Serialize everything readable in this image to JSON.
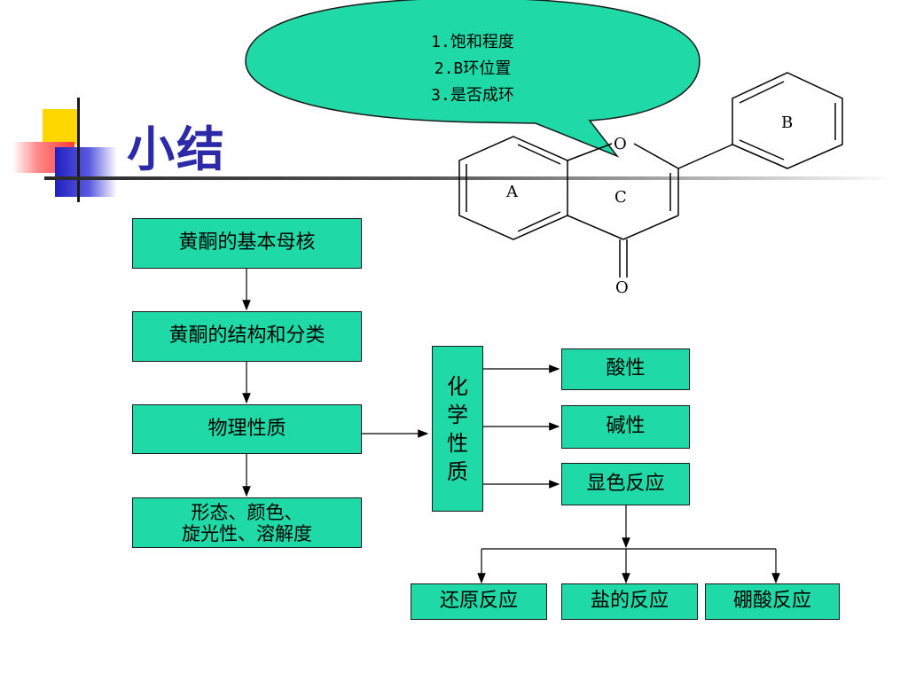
{
  "slide": {
    "title": "小结",
    "colors": {
      "box_fill": "#1fd9a6",
      "title_color": "#2c2aa8",
      "accent_yellow": "#ffd700",
      "accent_red": "#ff4a4a",
      "accent_blue": "#3030d0"
    }
  },
  "callout": {
    "lines": [
      "1.饱和程度",
      "2.B环位置",
      "3.是否成环"
    ]
  },
  "molecule": {
    "labels": {
      "ring_a": "A",
      "ring_b": "B",
      "ring_c": "C",
      "ring_oxygen": "O",
      "carbonyl_oxygen": "O"
    }
  },
  "flow": {
    "core": "黄酮的基本母核",
    "structure": "黄酮的结构和分类",
    "physical": "物理性质",
    "physical_detail_line1": "形态、颜色、",
    "physical_detail_line2": "旋光性、溶解度",
    "chemical": [
      "化",
      "学",
      "性",
      "质"
    ],
    "acidity": "酸性",
    "basicity": "碱性",
    "color_reaction": "显色反应",
    "reactions": [
      "还原反应",
      "盐的反应",
      "硼酸反应"
    ]
  }
}
